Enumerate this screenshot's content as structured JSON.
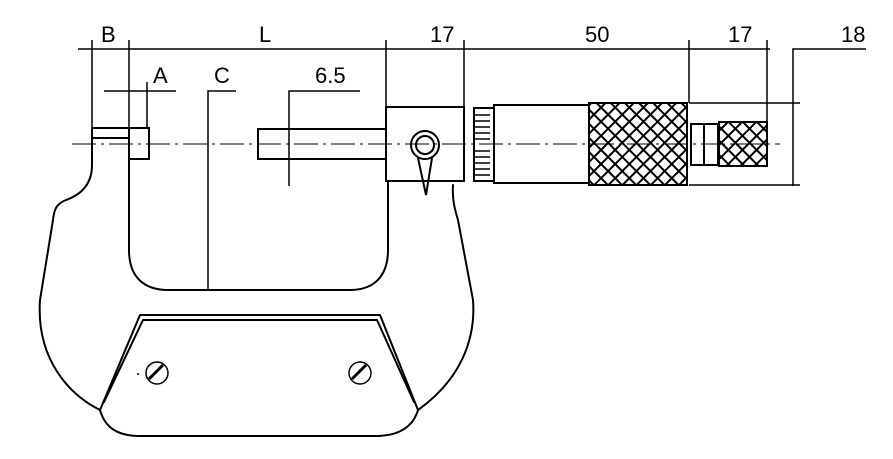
{
  "diagram": {
    "subject": "Outside micrometer technical drawing",
    "colors": {
      "line": "#000000",
      "background": "#ffffff"
    },
    "dimensions": {
      "B": "B",
      "L": "L",
      "A": "A",
      "C": "C",
      "spindle_diameter": "6.5",
      "sleeve_length": "17",
      "thimble_length": "50",
      "ratchet_length": "17",
      "thimble_diameter": "18"
    },
    "parts": [
      "frame",
      "anvil",
      "spindle",
      "lock-lever",
      "sleeve",
      "thimble",
      "ratchet",
      "insulation-plate",
      "screws"
    ]
  }
}
